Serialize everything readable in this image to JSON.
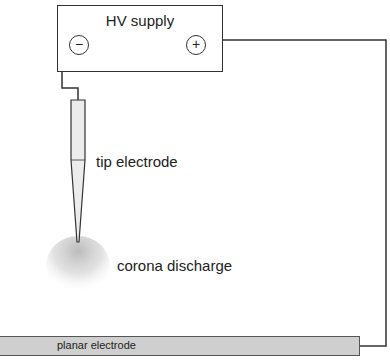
{
  "diagram": {
    "nodes": [
      {
        "text": [
          "HV supply",
          "−",
          "+"
        ]
      },
      {
        "text": [
          "planar electrode"
        ]
      }
    ],
    "edges": [
      {
        "from": 0,
        "to": 1,
        "arrow": "none"
      }
    ],
    "labels": [
      "tip electrode",
      "corona discharge"
    ]
  }
}
